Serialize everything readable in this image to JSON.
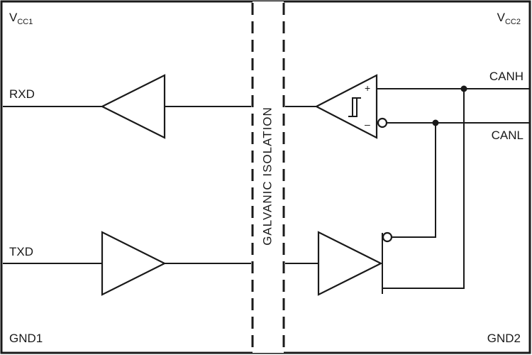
{
  "supplies": {
    "left": {
      "main": "V",
      "sub": "CC1"
    },
    "right": {
      "main": "V",
      "sub": "CC2"
    }
  },
  "grounds": {
    "left": "GND1",
    "right": "GND2"
  },
  "pins": {
    "rxd": "RXD",
    "txd": "TXD",
    "canh": "CANH",
    "canl": "CANL"
  },
  "barrier": {
    "label": "GALVANIC ISOLATION"
  },
  "receiver": {
    "plus": "+",
    "minus": "–"
  }
}
